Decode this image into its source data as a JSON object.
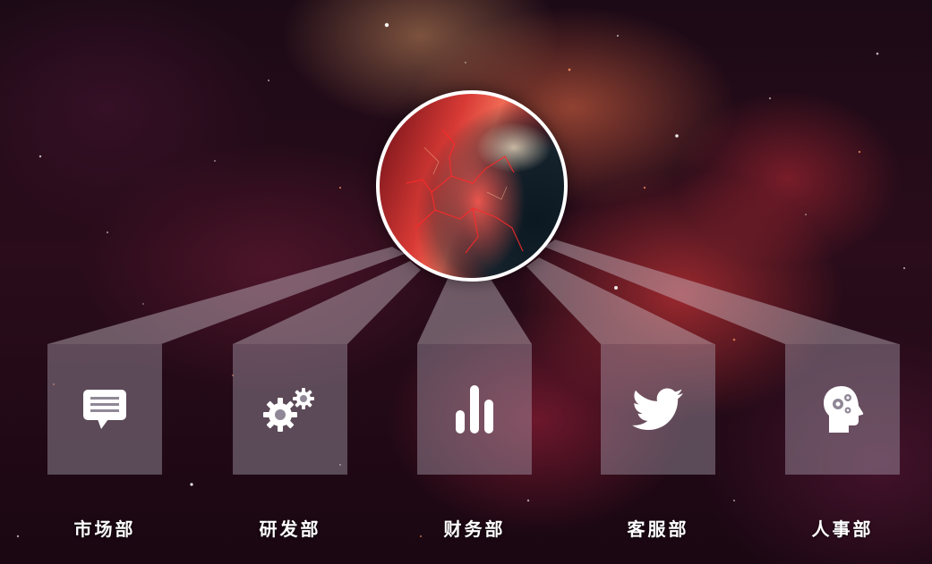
{
  "departments": [
    {
      "label": "市场部",
      "icon": "message-icon"
    },
    {
      "label": "研发部",
      "icon": "gears-icon"
    },
    {
      "label": "财务部",
      "icon": "bar-chart-icon"
    },
    {
      "label": "客服部",
      "icon": "twitter-bird-icon"
    },
    {
      "label": "人事部",
      "icon": "head-gears-icon"
    }
  ],
  "colors": {
    "box": "#afa5b4",
    "beam": "#d2c8d2",
    "ring": "#ffffff",
    "label": "#ffffff"
  }
}
